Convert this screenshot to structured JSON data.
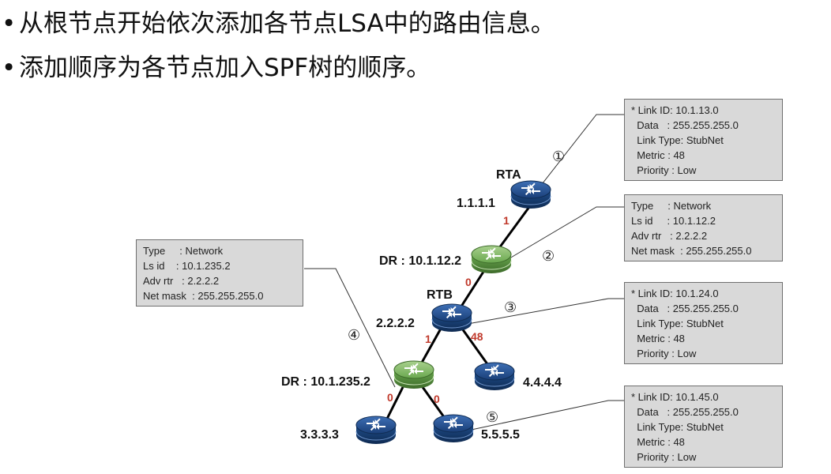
{
  "bullets": [
    "从根节点开始依次添加各节点LSA中的路由信息。",
    "添加顺序为各节点加入SPF树的顺序。"
  ],
  "nodes": {
    "rta_name": "RTA",
    "rta_id": "1.1.1.1",
    "dr1_label": "DR : 10.1.12.2",
    "rtb_name": "RTB",
    "rtb_id": "2.2.2.2",
    "dr2_label": "DR : 10.1.235.2",
    "r4_id": "4.4.4.4",
    "r3_id": "3.3.3.3",
    "r5_id": "5.5.5.5"
  },
  "metrics": {
    "rta_dr1": "1",
    "dr1_rtb": "0",
    "rtb_dr2": "1",
    "rtb_r4": "48",
    "dr2_r3": "0",
    "dr2_r5": "0"
  },
  "order_marks": [
    "①",
    "②",
    "③",
    "④",
    "⑤"
  ],
  "lsa_boxes": {
    "box1": [
      "* Link ID: 10.1.13.0",
      "  Data   : 255.255.255.0",
      "  Link Type: StubNet",
      "  Metric : 48",
      "  Priority : Low"
    ],
    "box2": [
      "Type     : Network",
      "Ls id     : 10.1.12.2",
      "Adv rtr   : 2.2.2.2",
      "Net mask  : 255.255.255.0"
    ],
    "box3": [
      "* Link ID: 10.1.24.0",
      "  Data   : 255.255.255.0",
      "  Link Type: StubNet",
      "  Metric : 48",
      "  Priority : Low"
    ],
    "box4": [
      "Type     : Network",
      "Ls id    : 10.1.235.2",
      "Adv rtr   : 2.2.2.2",
      "Net mask  : 255.255.255.0"
    ],
    "box5": [
      "* Link ID: 10.1.45.0",
      "  Data   : 255.255.255.0",
      "  Link Type: StubNet",
      "  Metric : 48",
      "  Priority : Low"
    ]
  },
  "colors": {
    "router_blue": "#1f4e8c",
    "router_green": "#6aa84f",
    "metric_red": "#c0392b",
    "box_fill": "#d9d9d9"
  },
  "icons": {
    "router": "router-icon",
    "dr": "dr-node-icon"
  }
}
